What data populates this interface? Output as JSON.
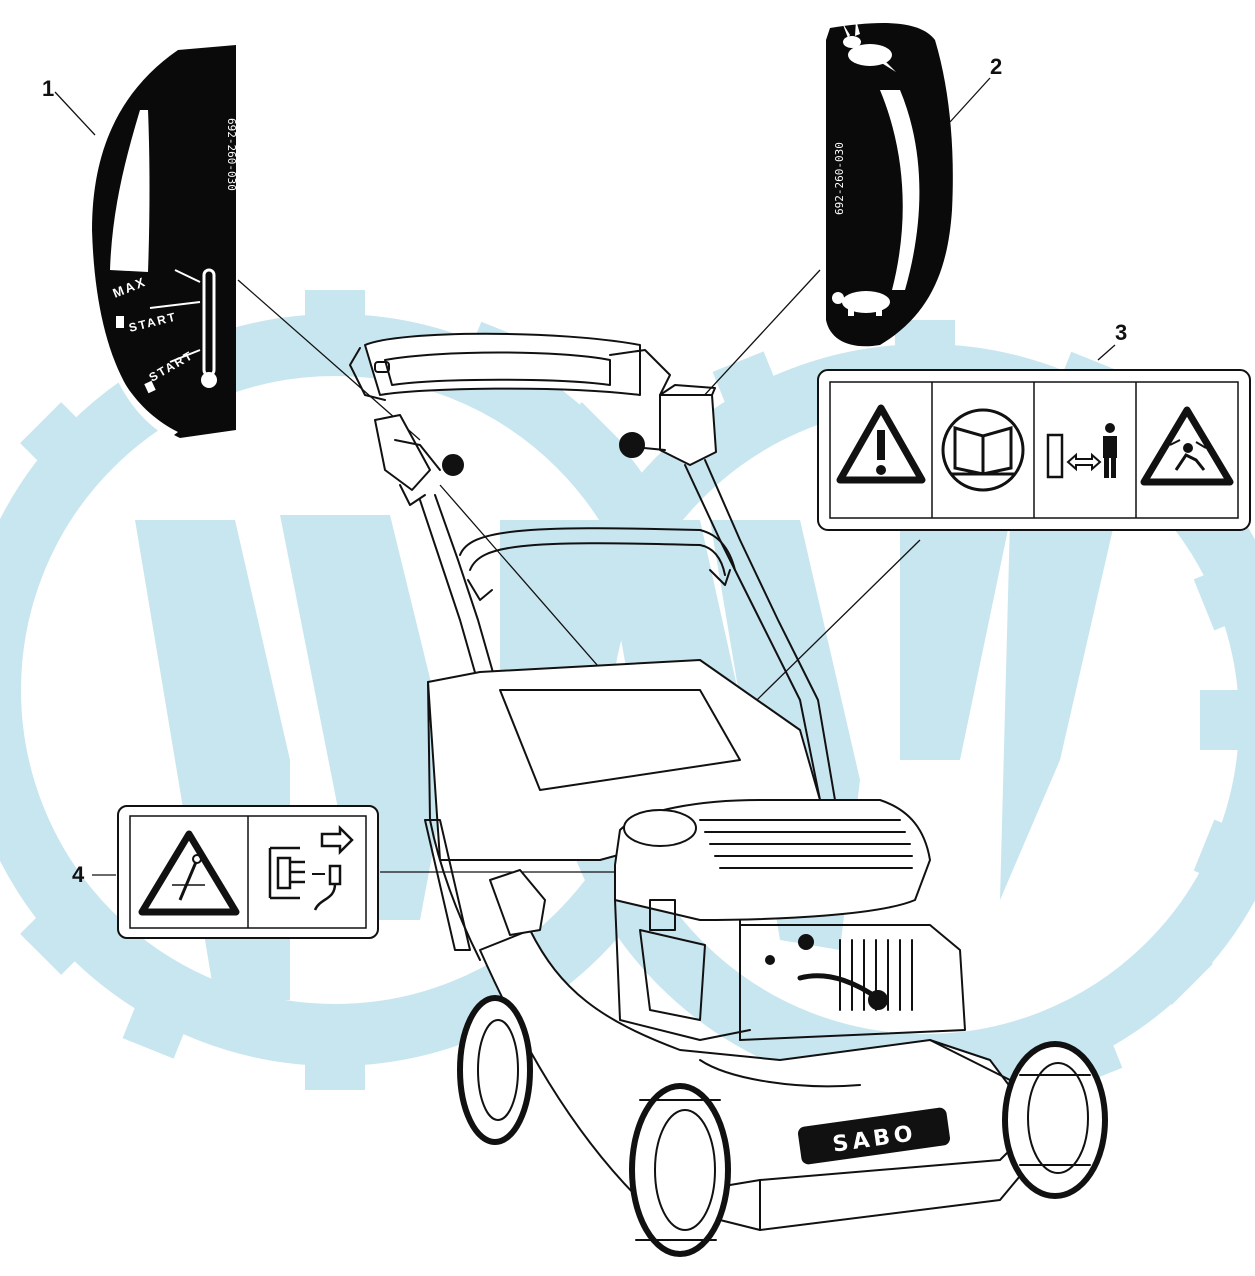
{
  "callouts": [
    {
      "number": "1"
    },
    {
      "number": "2"
    },
    {
      "number": "3"
    },
    {
      "number": "4"
    }
  ],
  "decal1": {
    "max": "MAX",
    "start1": "START",
    "start2": "START",
    "code": "692-260-030"
  },
  "decal2": {
    "code": "692-260-030"
  },
  "mower": {
    "brand": "SABO"
  },
  "colors": {
    "watermark": "#c8e6f0",
    "line": "#111111",
    "decal": "#0a0a0a"
  },
  "icons": {
    "decal3": [
      "warning-triangle-icon",
      "read-manual-icon",
      "keep-distance-icon",
      "thrown-objects-icon"
    ],
    "decal4": [
      "tool-warning-triangle-icon",
      "disconnect-spark-plug-icon"
    ]
  }
}
